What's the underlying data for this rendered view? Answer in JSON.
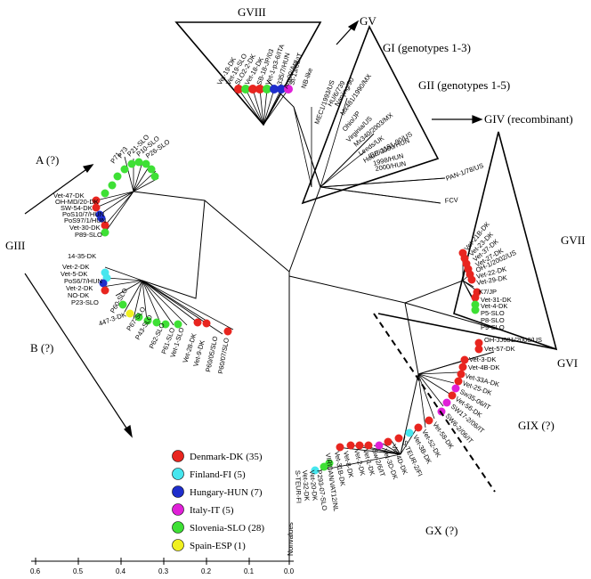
{
  "groups": {
    "gviii": "GVIII",
    "gv": "GV",
    "gi": "GI (genotypes 1-3)",
    "gii": "GII (genotypes 1-5)",
    "giv": "GIV (recombinant)",
    "giii": "GIII",
    "a": "A (?)",
    "b": "B (?)",
    "gvii": "GVII",
    "gvi": "GVI",
    "gix": "GIX (?)",
    "gx": "GX (?)"
  },
  "leaves": {
    "gviii": [
      "Vet-19-DK",
      "Vet-19-SLO",
      "SLO2-2-DK",
      "Vet-18-DK",
      "SB-18-JP/03",
      "Vet-1-p3-6/ITA",
      "335/7/HUN",
      "St-13/06/IT"
    ],
    "a": [
      "Vet-47-DK",
      "OH-MD/20-DK",
      "SW-54-DK",
      "PoS10/7/HUN",
      "PoS97/1/HUN",
      "Vet-30-DK",
      "P89-SLO",
      "P71",
      "P73",
      "P21-SLO",
      "P10-SLO",
      "P26-SLO"
    ],
    "b": [
      "14-35-DK",
      "Vet-2-DK",
      "Vet-5-DK",
      "PoS6/7/HUN",
      "Vet-2-DK",
      "NO-DK",
      "P23-SLO",
      "P60-SLO",
      "447-3-DK",
      "P67-SLO",
      "P43-SLO",
      "P62-SLO",
      "P61-SLO",
      "Vet-1-SLO",
      "Vet-28-DK",
      "Vet-9-DK",
      "P60/05/SLO",
      "P60/07/SLO"
    ],
    "center": [
      "Arg09/Arg",
      "NB-like",
      "MEC1/1993/US",
      "HU/6/739",
      "Nanjing/90",
      "Mx481/1990/MX",
      "Ohio/JP",
      "Virginia/US",
      "Mx340/2003/MX",
      "Leeds/UK",
      "Hou/7-1181-90/US",
      "IBE/2000/HUN",
      "1998/HUN",
      "2000/HUN",
      "PAN-1/78/US",
      "FCV"
    ],
    "gvii": [
      "Vet-21B-DK",
      "Vet-23-DK",
      "Vet-37-DK",
      "Vet-27-DK",
      "OH-1/2002/US",
      "Vet-22-DK",
      "Vet-29-DK",
      "K7/JP",
      "Vet-31-DK",
      "Vet-4-DK",
      "P5-SLO",
      "P8-SLO",
      "P9-SLO"
    ],
    "gvi": [
      "OH-JJ681/2000/US",
      "Vet-57-DK"
    ],
    "gix_gx": [
      "Vet-3-DK",
      "Vet-4B-DK",
      "Vet-33A-DK",
      "Vet-25-DK",
      "Sw35-06/IT",
      "Vet-56-DK",
      "SW17-2/06/IT",
      "SW6-2/06/IT",
      "Vet-58-DK",
      "Vet-52-DK",
      "Vet-3B-DK",
      "S-TEUR-2/FI",
      "Vet-4D-DK",
      "Vet-3D-DK",
      "Sw-2/6/IT",
      "Vet-1-DK",
      "Vet-2-DK",
      "Vet-8-DK",
      "Vet-31B-DK",
      "VIRIDAN/VAT12/NL",
      "P293-07-SLO",
      "Vet-20-DK",
      "Vet-32-DK",
      "S-TEUR-FI"
    ]
  },
  "legend": [
    {
      "label": "Denmark-DK (35)",
      "color": "#e8251f"
    },
    {
      "label": "Finland-FI (5)",
      "color": "#46e6ee"
    },
    {
      "label": "Hungary-HUN (7)",
      "color": "#1f2ecc"
    },
    {
      "label": "Italy-IT (5)",
      "color": "#e020d8"
    },
    {
      "label": "Slovenia-SLO (28)",
      "color": "#3ee035"
    },
    {
      "label": "Spain-ESP (1)",
      "color": "#f0f020"
    }
  ],
  "axis": {
    "label": "Nonvalues",
    "ticks": [
      "0.6",
      "0.5",
      "0.4",
      "0.3",
      "0.2",
      "0.1",
      "0.0"
    ]
  }
}
